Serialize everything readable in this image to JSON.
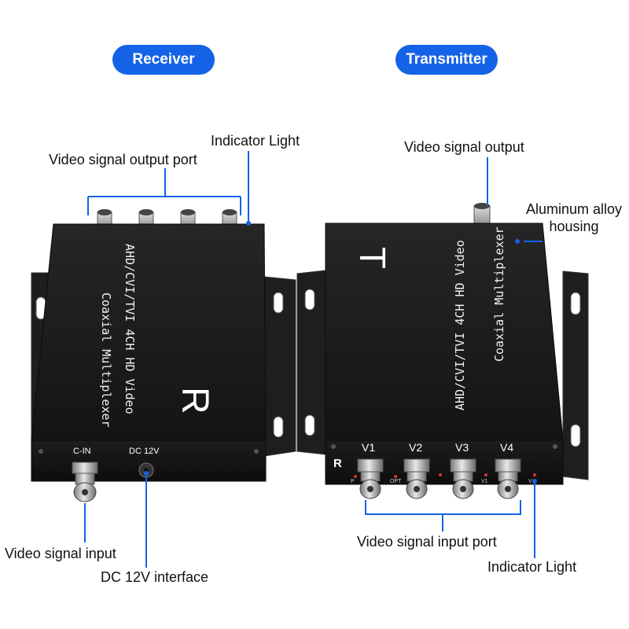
{
  "headers": {
    "receiver": "Receiver",
    "transmitter": "Transmitter"
  },
  "receiver": {
    "letter": "R",
    "model_line1": "AHD/CVI/TVI 4CH HD Video",
    "model_line2": "Coaxial Multiplexer",
    "port_cin": "C-IN",
    "port_dc": "DC 12V"
  },
  "transmitter": {
    "letter": "T",
    "model_line1": "AHD/CVI/TVI 4CH HD Video",
    "model_line2": "Coaxial Multiplexer",
    "side_letter": "R",
    "ports": [
      "V1",
      "V2",
      "V3",
      "V4"
    ],
    "small_labels": [
      "P",
      "OPT",
      "V1",
      "V"
    ]
  },
  "callouts": {
    "indicator_light_top": "Indicator Light",
    "video_output_port": "Video signal output port",
    "video_output": "Video signal output",
    "aluminum_line1": "Aluminum alloy",
    "aluminum_line2": "housing",
    "video_input": "Video signal input",
    "dc_interface": "DC 12V interface",
    "video_input_port": "Video signal input port",
    "indicator_light_bottom": "Indicator Light"
  },
  "colors": {
    "accent": "#1463e6",
    "device_body": "#1a1a1a",
    "bracket": "#222222",
    "led": "#e53030"
  }
}
